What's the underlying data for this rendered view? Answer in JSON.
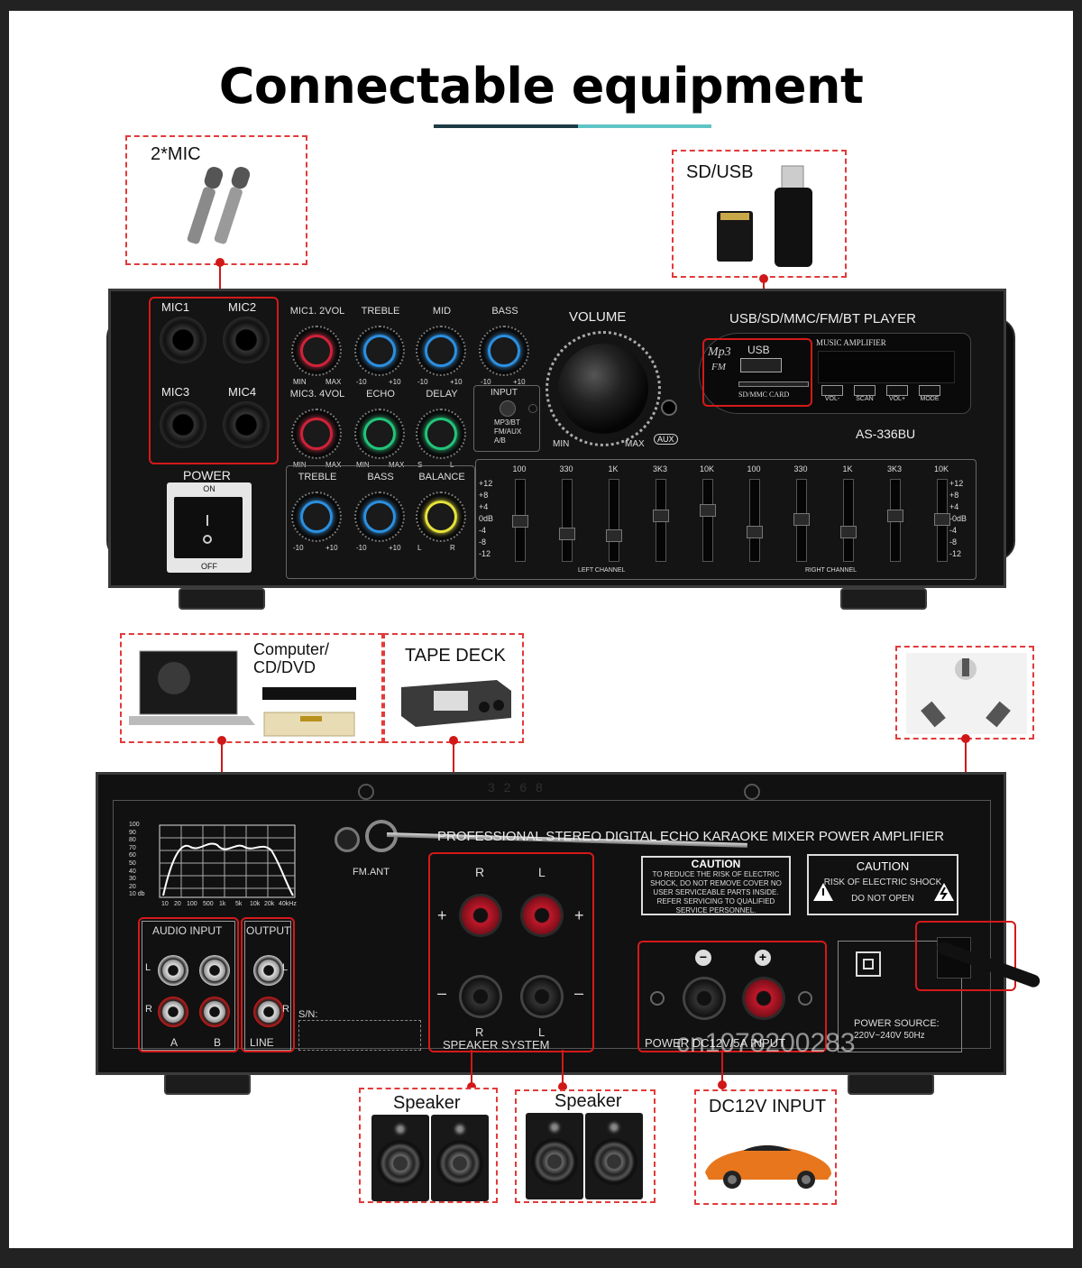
{
  "title": "Connectable equipment",
  "accent_colors": {
    "callout": "#d01818",
    "title_bar_dark": "#1e3a44",
    "title_bar_teal": "#5fc4c6"
  },
  "callouts": {
    "mic": "2*MIC",
    "sdusb": "SD/USB",
    "computer": "Computer/\nCD/DVD",
    "tape": "TAPE DECK",
    "speaker_left": "Speaker",
    "speaker_right": "Speaker",
    "dc": "DC12V INPUT"
  },
  "front_panel": {
    "mics": [
      "MIC1",
      "MIC2",
      "MIC3",
      "MIC4"
    ],
    "power": {
      "label": "POWER",
      "on": "ON",
      "off": "OFF"
    },
    "knob_row1": [
      {
        "label": "MIC1. 2VOL",
        "min": "MIN",
        "max": "MAX",
        "color": "#d0223a"
      },
      {
        "label": "TREBLE",
        "min": "-10",
        "max": "+10",
        "color": "#2b8fe0"
      },
      {
        "label": "MID",
        "min": "-10",
        "max": "+10",
        "color": "#2b8fe0"
      },
      {
        "label": "BASS",
        "min": "-10",
        "max": "+10",
        "color": "#2b8fe0"
      }
    ],
    "knob_row2": [
      {
        "label": "MIC3. 4VOL",
        "min": "MIN",
        "max": "MAX",
        "color": "#d0223a"
      },
      {
        "label": "ECHO",
        "min": "MIN",
        "max": "MAX",
        "color": "#22c47a"
      },
      {
        "label": "DELAY",
        "min": "S",
        "max": "L",
        "color": "#22c47a"
      }
    ],
    "knob_row3": [
      {
        "label": "TREBLE",
        "min": "-10",
        "max": "+10",
        "color": "#2b8fe0"
      },
      {
        "label": "BASS",
        "min": "-10",
        "max": "+10",
        "color": "#2b8fe0"
      },
      {
        "label": "BALANCE",
        "min": "L",
        "max": "R",
        "color": "#e6e23a"
      }
    ],
    "input": {
      "label": "INPUT",
      "opt1": "MP3/BT",
      "opt2": "FM/AUX",
      "opt3": "A/B"
    },
    "volume": {
      "label": "VOLUME",
      "min": "MIN",
      "max": "MAX",
      "aux": "AUX"
    },
    "player_title": "USB/SD/MMC/FM/BT PLAYER",
    "player": {
      "mp3": "Mp3",
      "fm": "FM",
      "usb": "USB",
      "sd": "SD/MMC CARD",
      "music": "MUSIC AMPLIFIER",
      "buttons": [
        "VOL-",
        "SCAN",
        "VOL+",
        "MODE"
      ]
    },
    "model": "AS-336BU",
    "eq": {
      "freqs": [
        "100",
        "330",
        "1K",
        "3K3",
        "10K",
        "100",
        "330",
        "1K",
        "3K3",
        "10K"
      ],
      "db_left": [
        "+12",
        "+8",
        "+4",
        "0dB",
        "-4",
        "-8",
        "-12"
      ],
      "db_right": [
        "+12",
        "+8",
        "+4",
        "-0dB",
        "-4",
        "-8",
        "-12"
      ],
      "left_channel": "LEFT CHANNEL",
      "right_channel": "RIGHT CHANNEL",
      "levels": [
        0.0,
        -0.35,
        -0.4,
        0.15,
        0.3,
        -0.3,
        0.05,
        -0.3,
        0.15,
        0.05
      ]
    }
  },
  "rear_panel": {
    "top_text": "3 2 6 8",
    "heading": "PROFESSIONAL STEREO DIGITAL ECHO KARAOKE MIXER POWER AMPLIFIER",
    "fm_ant": "FM.ANT",
    "graph_y": [
      "100",
      "90",
      "80",
      "70",
      "60",
      "50",
      "40",
      "30",
      "20",
      "10 db"
    ],
    "graph_x": [
      "10",
      "20",
      "100",
      "500",
      "1k",
      "5k",
      "10k",
      "20k",
      "40kHz"
    ],
    "caution1": {
      "title": "CAUTION",
      "text": "TO REDUCE THE RISK OF ELECTRIC SHOCK, DO NOT REMOVE COVER NO USER SERVICEABLE PARTS INSIDE. REFER SERVICING TO QUALIFIED SERVICE PERSONNEL."
    },
    "caution2": {
      "title": "CAUTION",
      "line1": "RISK OF ELECTRIC SHOCK",
      "line2": "DO NOT OPEN"
    },
    "audio_input": "AUDIO INPUT",
    "output": "OUTPUT",
    "line": "LINE",
    "a": "A",
    "b": "B",
    "l": "L",
    "r": "R",
    "sn": "S/N:",
    "speaker_system": "SPEAKER SYSTEM",
    "power_dc": "POWER DC12V/5A INPUT",
    "power_source": "POWER SOURCE:",
    "voltage": "220V~240V 50Hz"
  },
  "watermark": "cn1078200283"
}
